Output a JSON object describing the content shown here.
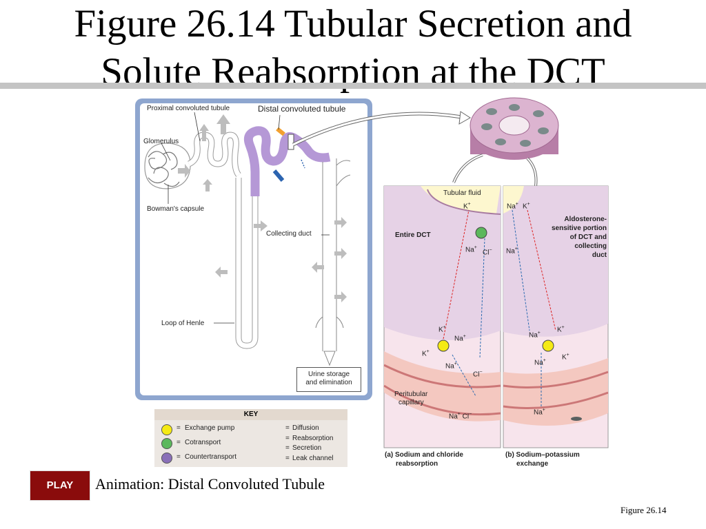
{
  "slide": {
    "title_line1": "Figure 26.14  Tubular Secretion and",
    "title_line2": "Solute Reabsorption at the DCT",
    "figure_ref": "Figure 26.14"
  },
  "nephron": {
    "proximal": "Proximal convoluted tubule",
    "distal": "Distal convoluted tubule",
    "glomerulus": "Glomerulus",
    "bowman": "Bowman's capsule",
    "collecting_duct": "Collecting duct",
    "loop": "Loop of Henle",
    "urine1": "Urine storage",
    "urine2": "and elimination"
  },
  "dct": {
    "tubular_fluid": "Tubular fluid",
    "entire": "Entire DCT",
    "aldo1": "Aldosterone-",
    "aldo2": "sensitive portion",
    "aldo3": "of DCT and",
    "aldo4": "collecting",
    "aldo5": "duct",
    "peri1": "Peritubular",
    "peri2": "capillary",
    "caption_a1": "(a) Sodium and chloride",
    "caption_a2": "reabsorption",
    "caption_b1": "(b) Sodium–potassium",
    "caption_b2": "exchange",
    "k": "K",
    "na": "Na",
    "cl": "Cl",
    "plus": "+",
    "minus": "−"
  },
  "key": {
    "header": "KEY",
    "exchange": "Exchange pump",
    "cotransport": "Cotransport",
    "countertransport": "Countertransport",
    "diffusion": "Diffusion",
    "reabsorption": "Reabsorption",
    "secretion": "Secretion",
    "leak": "Leak channel",
    "eq": "=",
    "colors": {
      "exchange": "#f5ea14",
      "cotransport": "#5cb85c",
      "countertransport": "#8a70b8"
    }
  },
  "controls": {
    "play": "PLAY",
    "animation": "Animation: Distal Convoluted Tubule"
  }
}
